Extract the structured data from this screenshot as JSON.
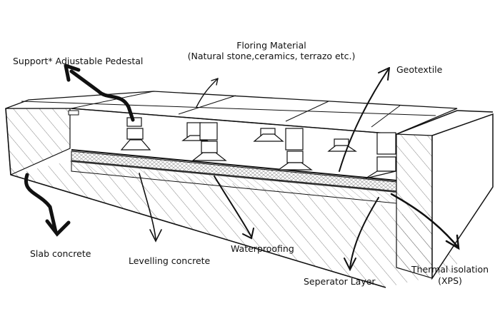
{
  "diagram": {
    "title": "Raised floor on adjustable pedestals — layer section",
    "labels": {
      "support": "Support* Adjustable Pedestal",
      "flooring_line1": "Floring Material",
      "flooring_line2": "(Natural stone,ceramics, terrazo etc.)",
      "geotextile": "Geotextile",
      "slab": "Slab concrete",
      "levelling": "Levelling concrete",
      "waterproofing": "Waterproofing",
      "separator": "Seperator Layer",
      "thermal_line1": "Thermal isolation",
      "thermal_line2": "(XPS)"
    },
    "colors": {
      "ink": "#111111",
      "hatch": "#555555",
      "background": "#ffffff"
    }
  }
}
